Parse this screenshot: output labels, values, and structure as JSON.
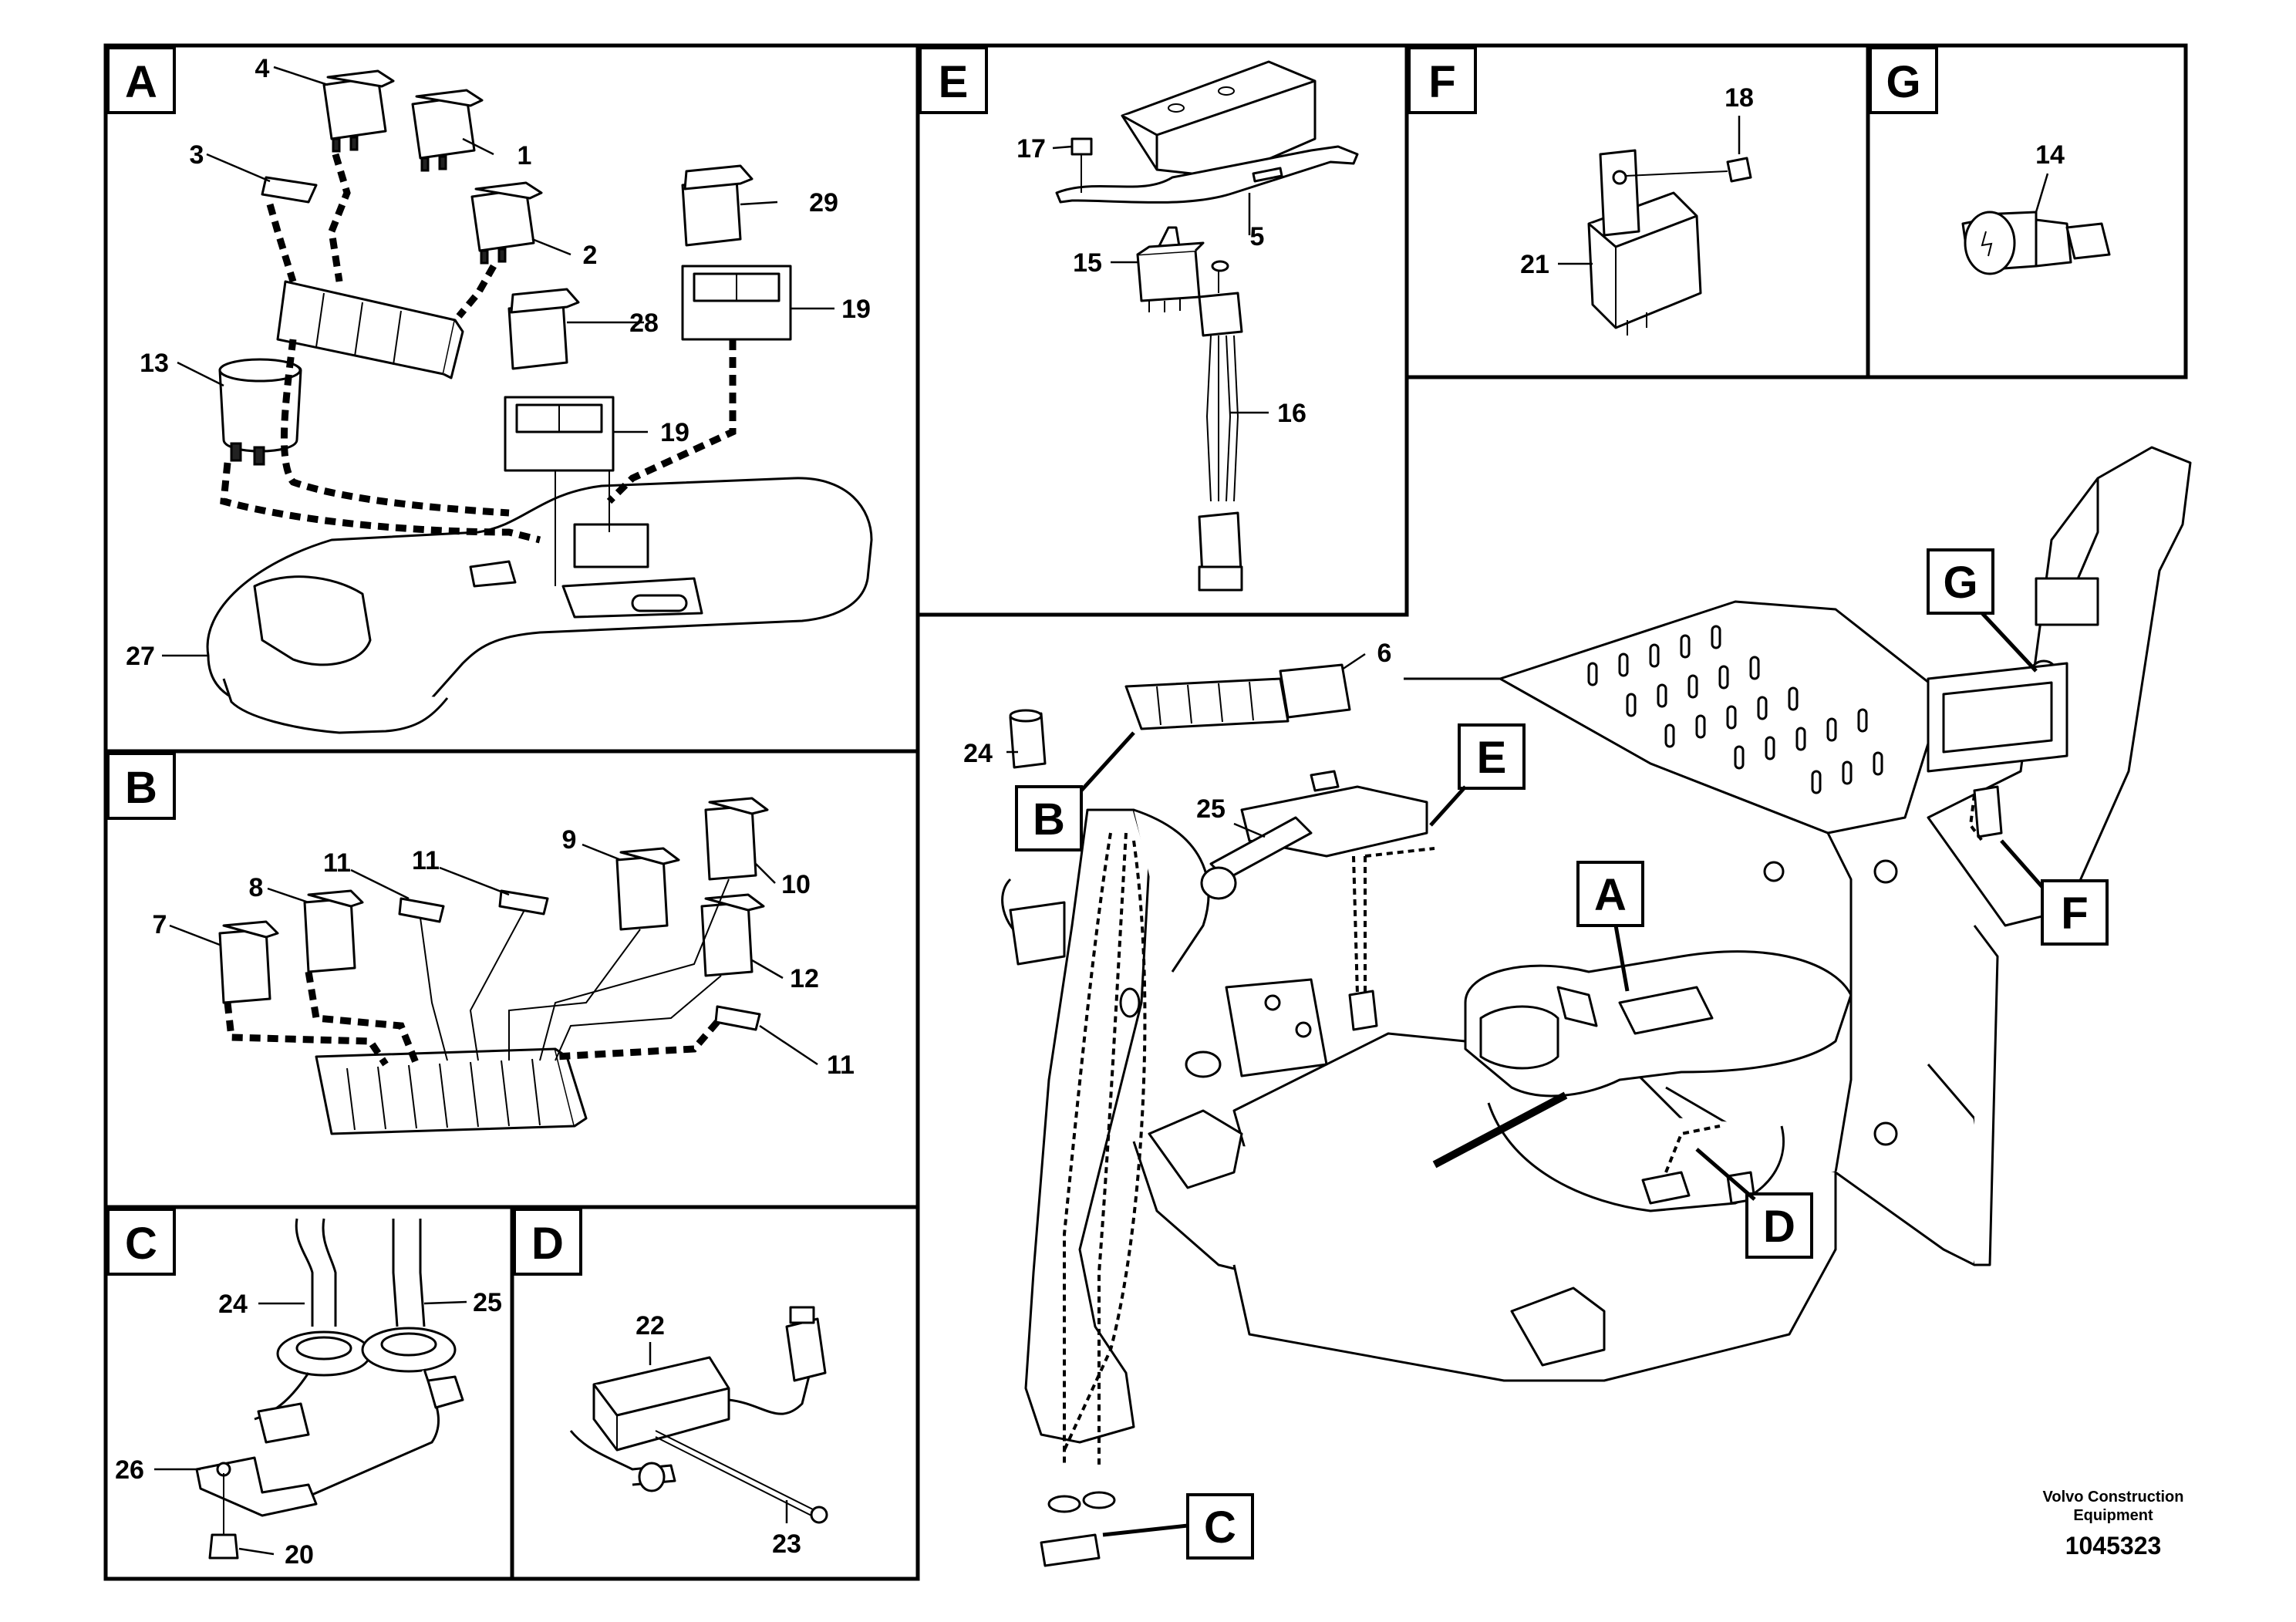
{
  "panels": {
    "a": "A",
    "b": "B",
    "c": "C",
    "d": "D",
    "e": "E",
    "f": "F",
    "g": "G"
  },
  "overview_tags": {
    "a": "A",
    "b": "B",
    "c": "C",
    "d": "D",
    "e": "E",
    "f": "F",
    "g": "G"
  },
  "callouts": {
    "a_4": "4",
    "a_1": "1",
    "a_3": "3",
    "a_2": "2",
    "a_29": "29",
    "a_28": "28",
    "a_19_top": "19",
    "a_13": "13",
    "a_19_mid": "19",
    "a_27": "27",
    "b_9": "9",
    "b_10": "10",
    "b_11_a": "11",
    "b_11_b": "11",
    "b_8": "8",
    "b_7": "7",
    "b_12": "12",
    "b_11_c": "11",
    "c_24": "24",
    "c_25": "25",
    "c_26": "26",
    "c_20": "20",
    "d_22": "22",
    "d_23": "23",
    "e_17": "17",
    "e_5": "5",
    "e_15": "15",
    "e_16": "16",
    "f_18": "18",
    "f_21": "21",
    "g_14": "14",
    "o_6": "6",
    "o_24": "24",
    "o_25": "25"
  },
  "footer": {
    "line1": "Volvo Construction",
    "line2": "Equipment",
    "number": "1045323"
  }
}
